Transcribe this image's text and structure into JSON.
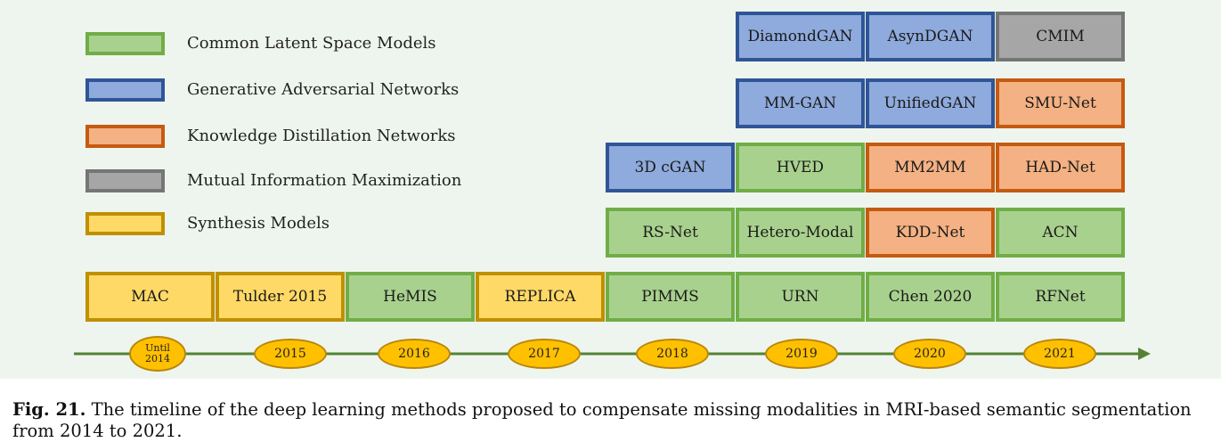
{
  "legend": [
    {
      "label": "Common Latent Space Models",
      "category": "clsm"
    },
    {
      "label": "Generative Adversarial Networks",
      "category": "gan"
    },
    {
      "label": "Knowledge Distillation Networks",
      "category": "kdn"
    },
    {
      "label": "Mutual Information Maximization",
      "category": "mim"
    },
    {
      "label": "Synthesis Models",
      "category": "syn"
    }
  ],
  "colors": {
    "clsm": {
      "fill": "#a9d18e",
      "border": "#70ad47"
    },
    "gan": {
      "fill": "#8faadc",
      "border": "#2f5597"
    },
    "kdn": {
      "fill": "#f4b183",
      "border": "#c55a11"
    },
    "mim": {
      "fill": "#a6a6a6",
      "border": "#767676"
    },
    "syn": {
      "fill": "#ffd966",
      "border": "#bf9000"
    },
    "axis": "#548235",
    "year_fill": "#ffc000"
  },
  "years": [
    {
      "label": "Until\n2014",
      "methods": [
        {
          "name": "MAC",
          "category": "syn"
        }
      ]
    },
    {
      "label": "2015",
      "methods": [
        {
          "name": "Tulder 2015",
          "category": "syn"
        }
      ]
    },
    {
      "label": "2016",
      "methods": [
        {
          "name": "HeMIS",
          "category": "clsm"
        }
      ]
    },
    {
      "label": "2017",
      "methods": [
        {
          "name": "REPLICA",
          "category": "syn"
        }
      ]
    },
    {
      "label": "2018",
      "methods": [
        {
          "name": "PIMMS",
          "category": "clsm"
        },
        {
          "name": "RS-Net",
          "category": "clsm"
        },
        {
          "name": "3D cGAN",
          "category": "gan"
        }
      ]
    },
    {
      "label": "2019",
      "methods": [
        {
          "name": "URN",
          "category": "clsm"
        },
        {
          "name": "Hetero-Modal",
          "category": "clsm"
        },
        {
          "name": "HVED",
          "category": "clsm"
        },
        {
          "name": "MM-GAN",
          "category": "gan"
        },
        {
          "name": "DiamondGAN",
          "category": "gan"
        }
      ]
    },
    {
      "label": "2020",
      "methods": [
        {
          "name": "Chen 2020",
          "category": "clsm"
        },
        {
          "name": "KDD-Net",
          "category": "kdn"
        },
        {
          "name": "MM2MM",
          "category": "kdn"
        },
        {
          "name": "UnifiedGAN",
          "category": "gan"
        },
        {
          "name": "AsynDGAN",
          "category": "gan"
        }
      ]
    },
    {
      "label": "2021",
      "methods": [
        {
          "name": "RFNet",
          "category": "clsm"
        },
        {
          "name": "ACN",
          "category": "clsm"
        },
        {
          "name": "HAD-Net",
          "category": "kdn"
        },
        {
          "name": "SMU-Net",
          "category": "kdn"
        },
        {
          "name": "CMIM",
          "category": "mim"
        }
      ]
    }
  ],
  "caption": {
    "prefix": "Fig. 21.",
    "text": "The timeline of the deep learning methods proposed to compensate missing modalities in MRI-based semantic segmentation from 2014 to 2021."
  }
}
